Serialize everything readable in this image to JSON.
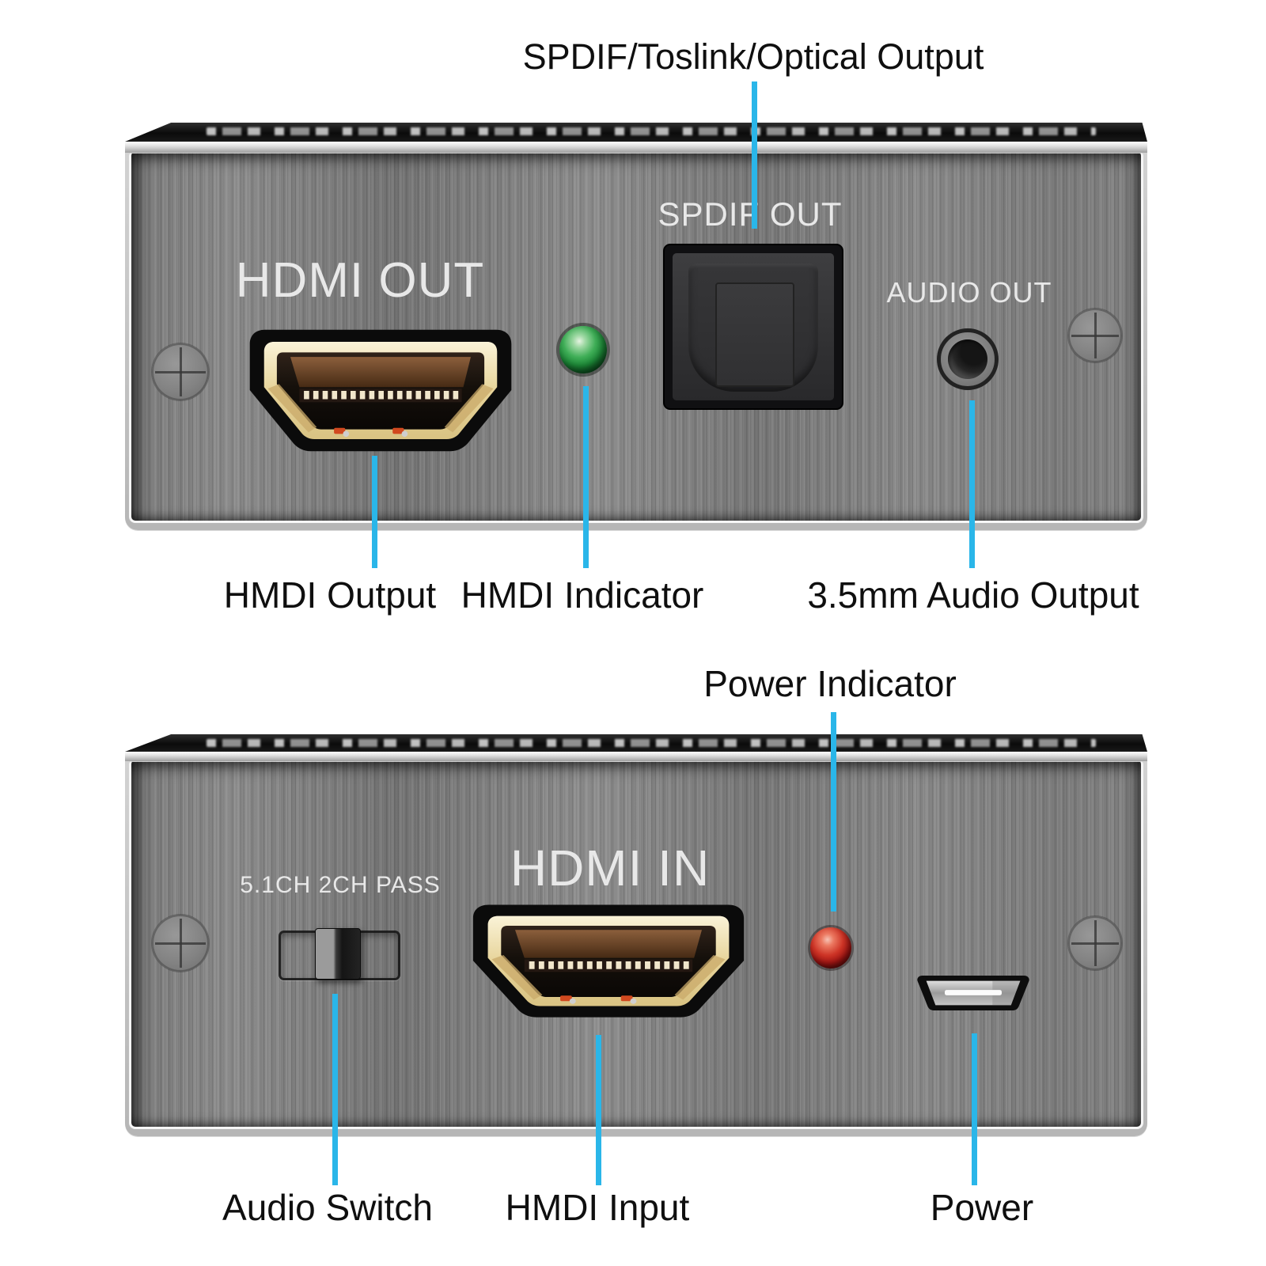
{
  "figure": {
    "background": "#ffffff",
    "description": "HDMI audio extractor, annotated output side and input side"
  },
  "colors": {
    "callout_line": "#2ab6e9",
    "label_text": "#0f0f0f",
    "panel_text": "#e8e8e8",
    "led_green": "#2f9e45",
    "led_red": "#b32020",
    "hdmi_gold": "#e7d49a"
  },
  "top_unit": {
    "top_callout": "SPDIF/Toslink/Optical Output",
    "hdmi_out_label": "HDMI OUT",
    "spdif_out_label": "SPDIF OUT",
    "audio_out_label": "AUDIO OUT",
    "bottom_callouts": [
      "HMDI Output",
      "HMDI Indicator",
      "3.5mm Audio Output"
    ]
  },
  "bottom_unit": {
    "top_callout": "Power Indicator",
    "switch_label": "5.1CH 2CH PASS",
    "hdmi_in_label": "HDMI IN",
    "bottom_callouts": [
      "Audio Switch",
      "HMDI Input",
      "Power"
    ]
  }
}
